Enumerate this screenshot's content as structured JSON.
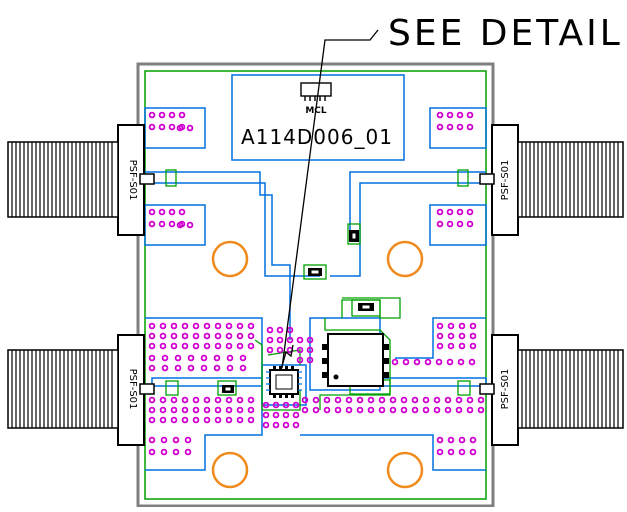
{
  "callout": {
    "text": "SEE DETAIL"
  },
  "logo": {
    "text": "MCL"
  },
  "board": {
    "part_number": "A114D006_01"
  },
  "connectors": {
    "top_left": "PSF-S01",
    "bottom_left": "PSF-S01",
    "top_right": "PSF-S01",
    "bottom_right": "PSF-S01"
  },
  "colors": {
    "outline": "#7f7f7f",
    "ground": "#00a000",
    "trace": "#0070e0",
    "via": "#d000d0",
    "drill": "#f08a1c",
    "ink": "#000000"
  }
}
